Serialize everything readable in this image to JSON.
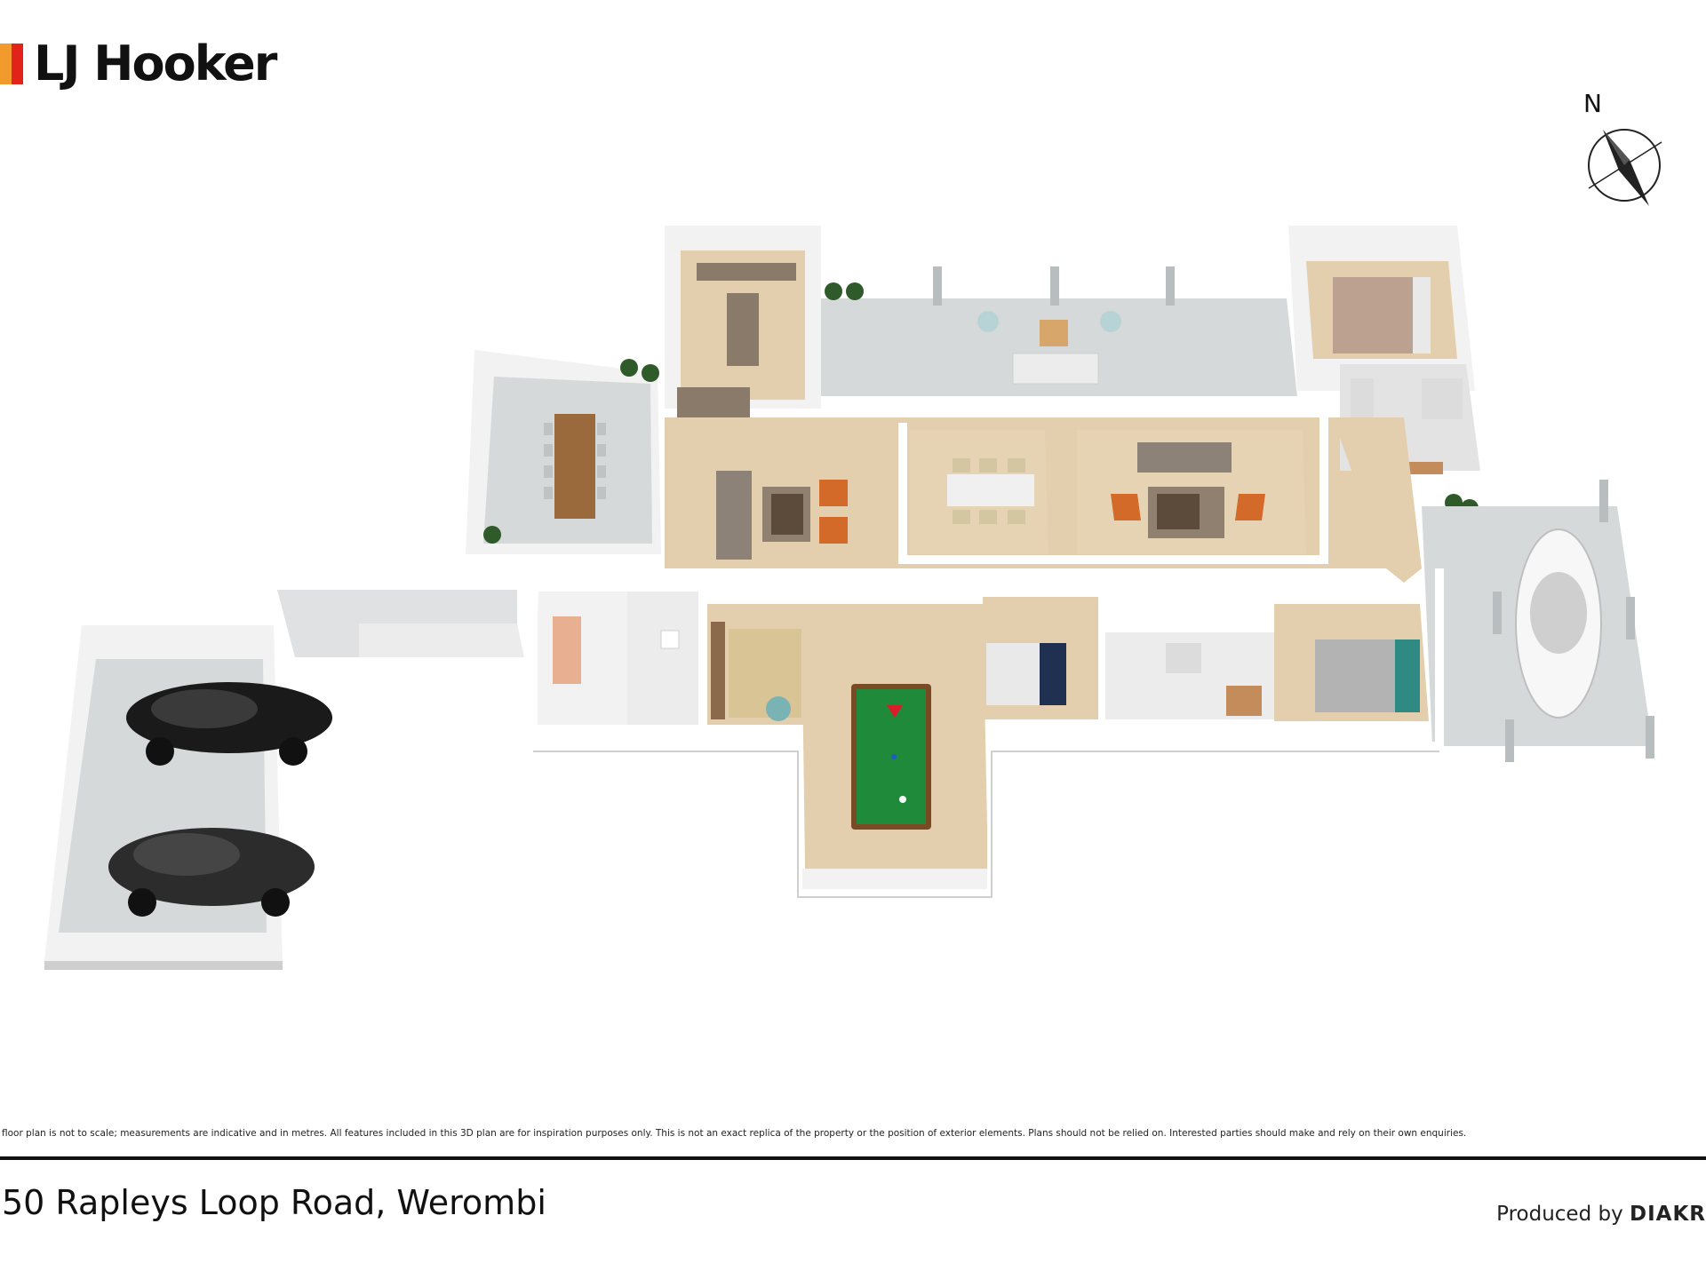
{
  "brand": {
    "name": "LJ Hooker",
    "colors": {
      "bar_left": "#f39a2c",
      "bar_right": "#e2231a",
      "text": "#111111"
    }
  },
  "compass": {
    "north_label": "N"
  },
  "disclaimer": "floor plan is not to scale; measurements are indicative and in metres. All features included in this 3D plan are for inspiration purposes only. This is not an exact replica of the property or the position of exterior elements. Plans should not be relied on. Interested parties should make and rely on their own enquiries.",
  "address": "50 Rapleys Loop Road, Werombi",
  "producer": {
    "prefix": "Produced by",
    "name": "DIAKR"
  },
  "colors": {
    "floor_wood": "#e3cfae",
    "floor_concrete": "#d6d9da",
    "wall": "#f4f4f4",
    "wall_shadow": "#cfcfcf",
    "billiard_felt": "#1f8a3a",
    "entry_marker": "#d81e2a"
  }
}
